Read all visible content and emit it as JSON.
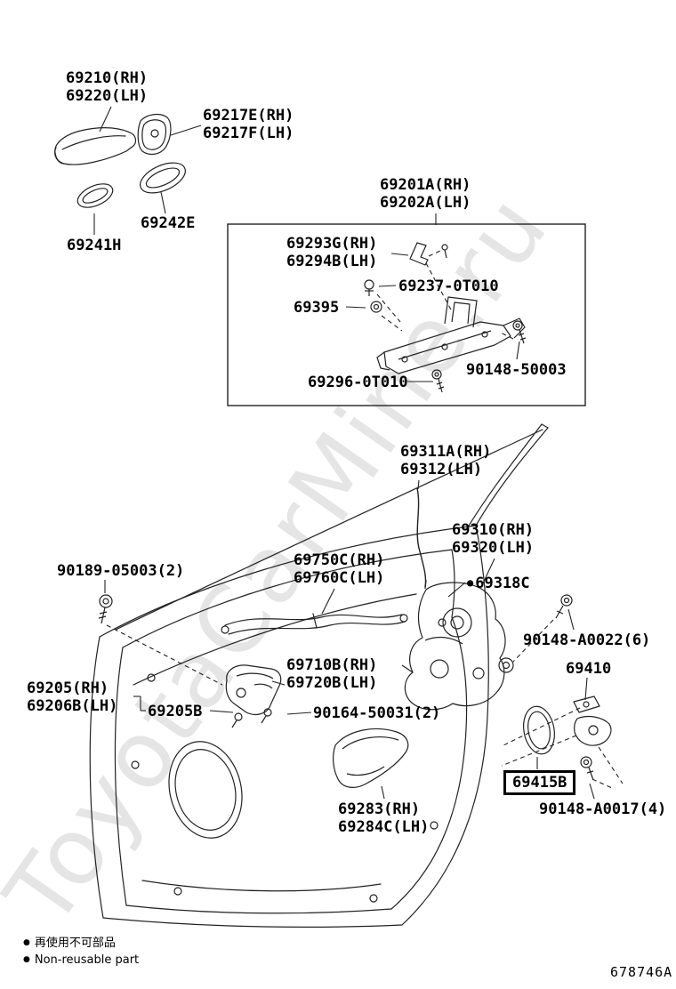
{
  "page": {
    "watermark": "ToyotaCarMine.ru",
    "drawing_number": "678746A"
  },
  "colors": {
    "line": "#222222",
    "highlight_box": "#000000",
    "watermark": "#cccccc"
  },
  "legend": {
    "bullet": "●",
    "jp": "再使用不可部品",
    "en": "Non-reusable part"
  },
  "parts": {
    "p69210": {
      "line1": "69210(RH)",
      "line2": "69220(LH)"
    },
    "p69217": {
      "line1": "69217E(RH)",
      "line2": "69217F(LH)"
    },
    "p69242e": {
      "text": "69242E"
    },
    "p69241h": {
      "text": "69241H"
    },
    "p69201": {
      "line1": "69201A(RH)",
      "line2": "69202A(LH)"
    },
    "p69293": {
      "line1": "69293G(RH)",
      "line2": "69294B(LH)"
    },
    "p69237": {
      "text": "69237-0T010"
    },
    "p69395": {
      "text": "69395"
    },
    "p90148_50003": {
      "text": "90148-50003"
    },
    "p69296": {
      "text": "69296-0T010"
    },
    "p69311": {
      "line1": "69311A(RH)",
      "line2": "69312(LH)"
    },
    "p69310": {
      "line1": "69310(RH)",
      "line2": "69320(LH)"
    },
    "p69318c": {
      "bullet": "●",
      "text": "69318C"
    },
    "p90189": {
      "text": "90189-05003(2)"
    },
    "p69750": {
      "line1": "69750C(RH)",
      "line2": "69760C(LH)"
    },
    "p90148_a0022": {
      "text": "90148-A0022(6)"
    },
    "p69410": {
      "text": "69410"
    },
    "p69710": {
      "line1": "69710B(RH)",
      "line2": "69720B(LH)"
    },
    "p69205": {
      "line1": "69205(RH)",
      "line2": "69206B(LH)"
    },
    "p69205b": {
      "text": "69205B"
    },
    "p90164": {
      "text": "90164-50031(2)"
    },
    "p69283": {
      "line1": "69283(RH)",
      "line2": "69284C(LH)"
    },
    "p69415b": {
      "text": "69415B"
    },
    "p90148_a0017": {
      "text": "90148-A0017(4)"
    }
  }
}
